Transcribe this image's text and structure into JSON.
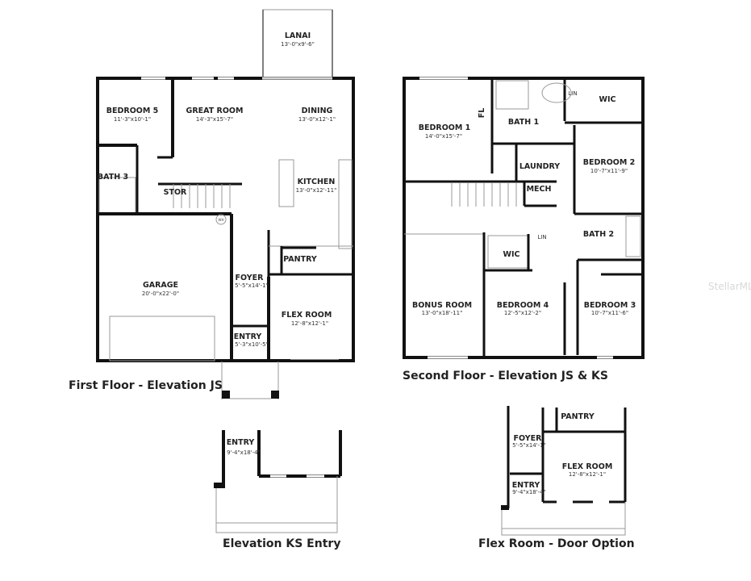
{
  "first_floor": {
    "caption": "First Floor - Elevation JS",
    "rooms": [
      {
        "name": "LANAI",
        "dims": "13'-0\"x9'-6\""
      },
      {
        "name": "BEDROOM 5",
        "dims": "11'-3\"x10'-1\""
      },
      {
        "name": "GREAT ROOM",
        "dims": "14'-3\"x15'-7\""
      },
      {
        "name": "DINING",
        "dims": "13'-0\"x12'-1\""
      },
      {
        "name": "KITCHEN",
        "dims": "13'-0\"x12'-11\""
      },
      {
        "name": "BATH 3",
        "dims": ""
      },
      {
        "name": "STOR",
        "dims": ""
      },
      {
        "name": "GARAGE",
        "dims": "20'-0\"x22'-0\""
      },
      {
        "name": "PANTRY",
        "dims": ""
      },
      {
        "name": "FOYER",
        "dims": "5'-5\"x14'-1\""
      },
      {
        "name": "FLEX ROOM",
        "dims": "12'-8\"x12'-1\""
      },
      {
        "name": "ENTRY",
        "dims": "5'-3\"x10'-5\""
      }
    ],
    "wh_label": "WH"
  },
  "second_floor": {
    "caption": "Second Floor - Elevation JS & KS",
    "rooms": [
      {
        "name": "BEDROOM 1",
        "dims": "14'-0\"x15'-7\""
      },
      {
        "name": "BATH 1",
        "dims": ""
      },
      {
        "name": "WIC",
        "dims": ""
      },
      {
        "name": "LIN",
        "dims": ""
      },
      {
        "name": "FL",
        "dims": ""
      },
      {
        "name": "LAUNDRY",
        "dims": ""
      },
      {
        "name": "BEDROOM 2",
        "dims": "10'-7\"x11'-9\""
      },
      {
        "name": "MECH",
        "dims": ""
      },
      {
        "name": "BATH 2",
        "dims": ""
      },
      {
        "name": "LIN",
        "dims": ""
      },
      {
        "name": "WIC",
        "dims": ""
      },
      {
        "name": "BONUS ROOM",
        "dims": "13'-0\"x18'-11\""
      },
      {
        "name": "BEDROOM 4",
        "dims": "12'-5\"x12'-2\""
      },
      {
        "name": "BEDROOM 3",
        "dims": "10'-7\"x11'-6\""
      }
    ]
  },
  "ks_entry": {
    "caption": "Elevation KS Entry",
    "rooms": [
      {
        "name": "ENTRY",
        "dims": "9'-4\"x18'-4\""
      }
    ]
  },
  "flex_option": {
    "caption": "Flex Room - Door Option",
    "rooms": [
      {
        "name": "PANTRY",
        "dims": ""
      },
      {
        "name": "FOYER",
        "dims": "5'-5\"x14'-1\""
      },
      {
        "name": "FLEX ROOM",
        "dims": "12'-8\"x12'-1\""
      },
      {
        "name": "ENTRY",
        "dims": "9'-4\"x18'-4\""
      }
    ]
  },
  "watermark": "StellarMLS"
}
